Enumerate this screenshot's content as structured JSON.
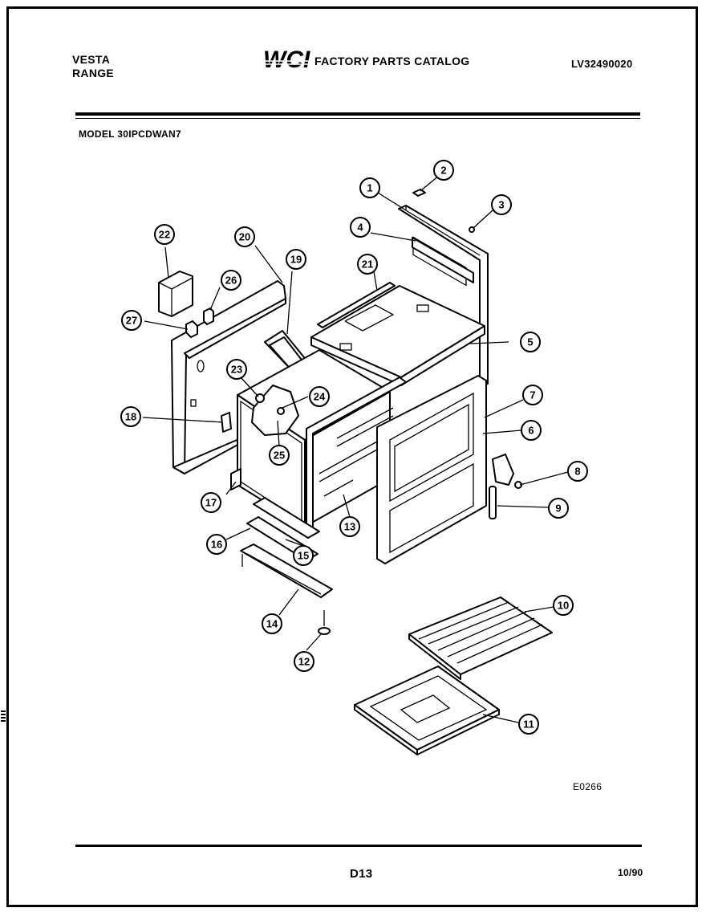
{
  "header": {
    "brand_line1": "VESTA",
    "brand_line2": "RANGE",
    "logo_text": "WCI",
    "catalog_title": "FACTORY PARTS CATALOG",
    "catalog_number": "LV32490020"
  },
  "model_label": "MODEL 30IPCDWAN7",
  "callouts": [
    "1",
    "2",
    "3",
    "4",
    "5",
    "6",
    "7",
    "8",
    "9",
    "10",
    "11",
    "12",
    "13",
    "14",
    "15",
    "16",
    "17",
    "18",
    "19",
    "20",
    "21",
    "22",
    "23",
    "24",
    "25",
    "26",
    "27"
  ],
  "drawing_code": "E0266",
  "footer": {
    "page_number": "D13",
    "date": "10/90"
  }
}
